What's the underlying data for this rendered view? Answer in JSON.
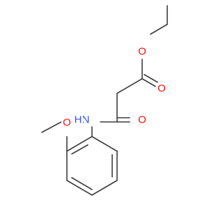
{
  "molecule": {
    "atoms": {
      "o_ether_top": {
        "symbol": "O",
        "color": "#ff0d0d"
      },
      "o_ester_dbl": {
        "symbol": "O",
        "color": "#ff0d0d"
      },
      "o_amide": {
        "symbol": "O",
        "color": "#ff0d0d"
      },
      "n_amide": {
        "symbol": "N",
        "color": "#2f50f8"
      },
      "h_amide": {
        "symbol": "H",
        "color": "#2f50f8"
      },
      "o_methoxy": {
        "symbol": "O",
        "color": "#ff0d0d"
      }
    },
    "bond_color": "#3c3c3c"
  }
}
